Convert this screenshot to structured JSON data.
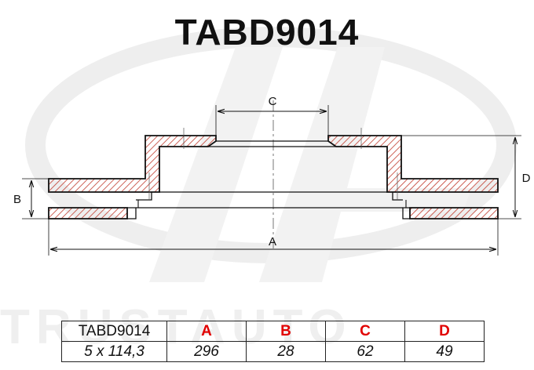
{
  "title": "TABD9014",
  "watermark": {
    "text": "TRUSTAUTO",
    "color": "#ececec"
  },
  "dimension_labels": {
    "A": "A",
    "B": "B",
    "C": "C",
    "D": "D"
  },
  "colors": {
    "hatch": "#c0392b",
    "outline": "#111111",
    "accent": "#e10000"
  },
  "specs_table": {
    "header": {
      "name": "TABD9014",
      "a": "A",
      "b": "B",
      "c": "C",
      "d": "D"
    },
    "values": {
      "bolt_pattern": "5 x 114,3",
      "a": "296",
      "b": "28",
      "c": "62",
      "d": "49"
    }
  }
}
